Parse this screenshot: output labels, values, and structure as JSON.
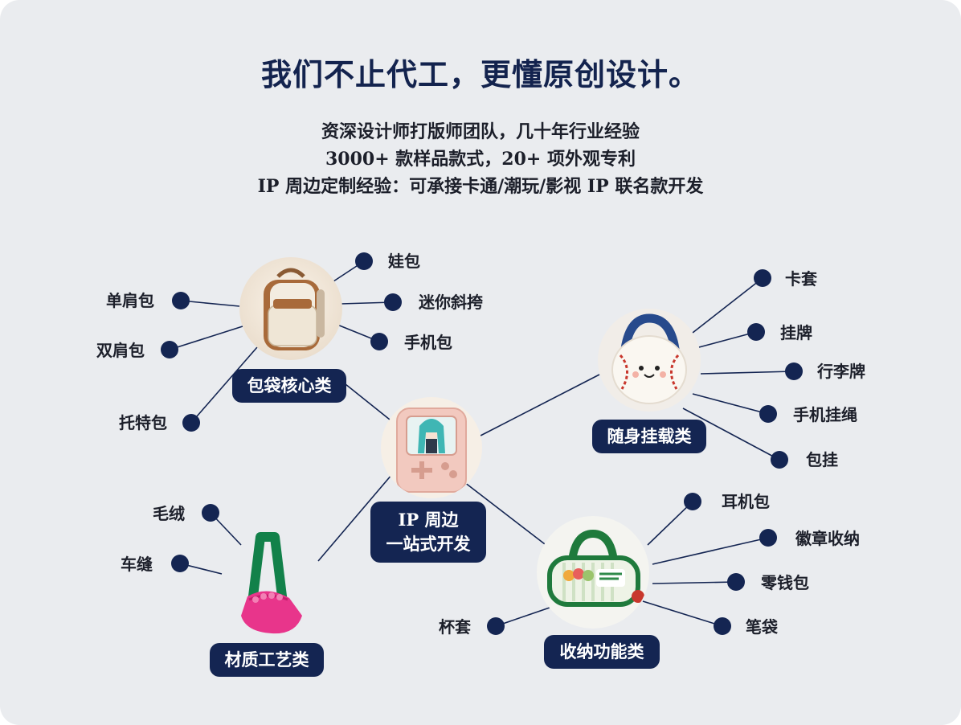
{
  "title": "我们不止代工，更懂原创设计。",
  "subtitles": [
    "资深设计师打版师团队，几十年行业经验",
    "3000+ 款样品款式，20+ 项外观专利",
    "IP 周边定制经验：可承接卡通/潮玩/影视 IP 联名款开发"
  ],
  "center": {
    "line1": "IP 周边",
    "line2": "一站式开发"
  },
  "groups": {
    "bags": {
      "label": "包袋核心类",
      "items": [
        "娃包",
        "迷你斜挎",
        "手机包",
        "单肩包",
        "双肩包",
        "托特包"
      ]
    },
    "charms": {
      "label": "随身挂载类",
      "items": [
        "卡套",
        "挂牌",
        "行李牌",
        "手机挂绳",
        "包挂"
      ]
    },
    "materials": {
      "label": "材质工艺类",
      "items": [
        "毛绒",
        "车缝"
      ]
    },
    "storage": {
      "label": "收纳功能类",
      "items": [
        "耳机包",
        "徽章收纳",
        "零钱包",
        "笔袋",
        "杯套"
      ]
    }
  },
  "colors": {
    "navy": "#142552",
    "background": "#eaecef",
    "line": "#142552"
  }
}
